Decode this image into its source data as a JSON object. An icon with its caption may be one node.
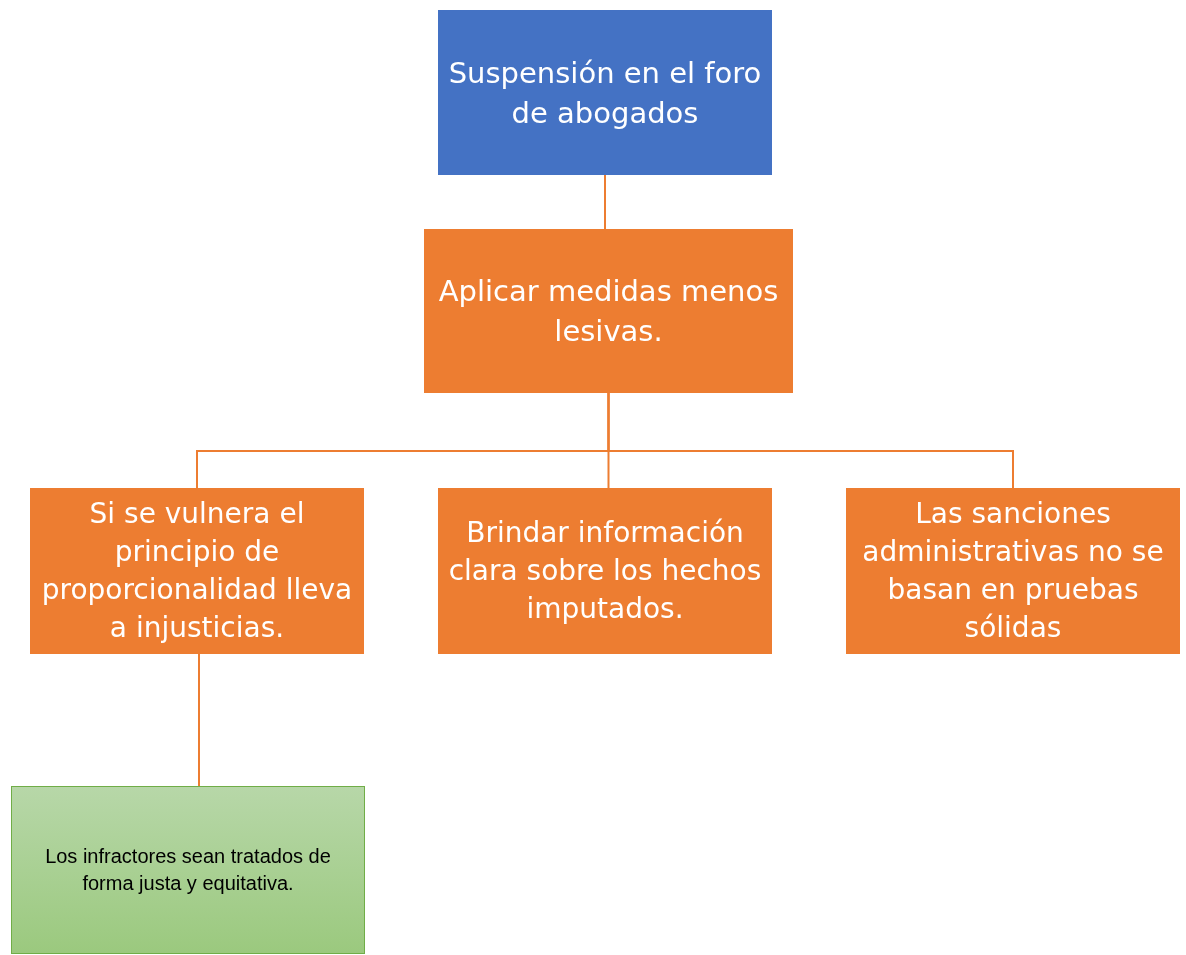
{
  "diagram": {
    "nodes": [
      {
        "text": [
          "Suspensión en el foro de abogados"
        ]
      },
      {
        "text": [
          "Aplicar medidas menos lesivas."
        ]
      },
      {
        "text": [
          "Si se vulnera el principio de proporcionalidad lleva a injusticias."
        ]
      },
      {
        "text": [
          "Brindar información clara sobre los hechos imputados."
        ]
      },
      {
        "text": [
          "Las sanciones administrativas no se basan en pruebas sólidas"
        ]
      },
      {
        "text": [
          "Los infractores sean tratados de forma justa y equitativa."
        ]
      }
    ],
    "edges": [
      {
        "from": 0,
        "to": 1,
        "arrow": "none"
      },
      {
        "from": 1,
        "to": 2,
        "arrow": "none"
      },
      {
        "from": 1,
        "to": 3,
        "arrow": "none"
      },
      {
        "from": 1,
        "to": 4,
        "arrow": "none"
      },
      {
        "from": 2,
        "to": 5,
        "arrow": "none"
      }
    ]
  }
}
